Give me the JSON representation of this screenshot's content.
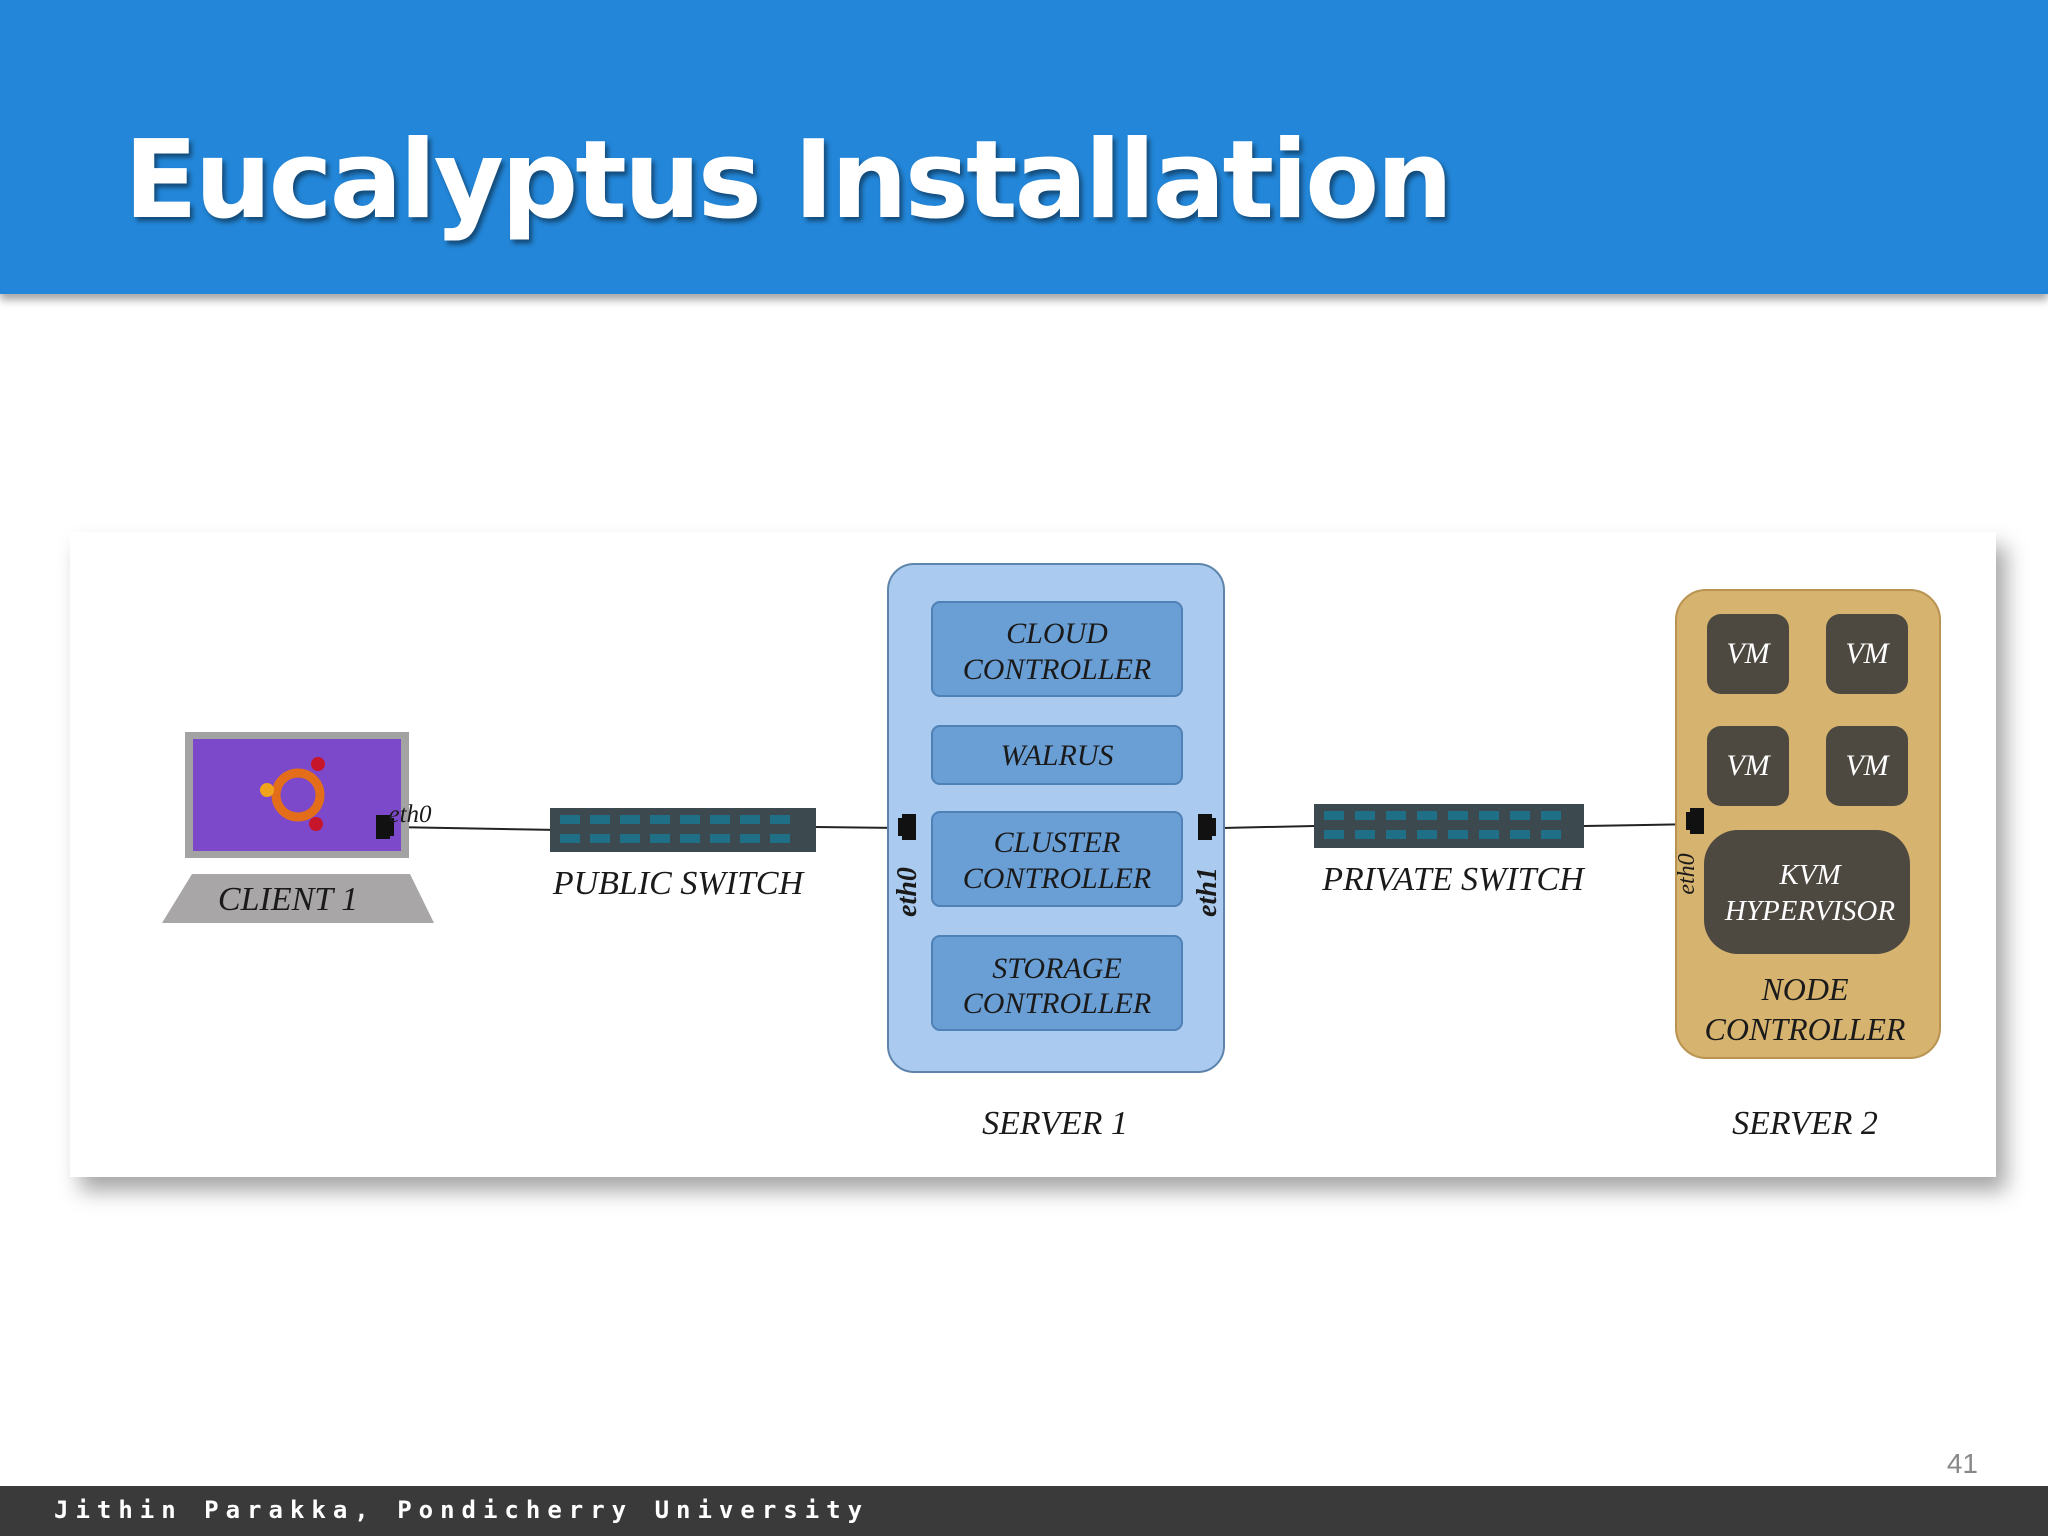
{
  "slide": {
    "title": "Eucalyptus Installation",
    "page_number": "41",
    "footer": "Jithin Parakka, Pondicherry University"
  },
  "diagram": {
    "client": {
      "label": "CLIENT 1",
      "port": "eth0"
    },
    "public_switch": {
      "label": "PUBLIC SWITCH"
    },
    "server1": {
      "label": "SERVER 1",
      "port_left": "eth0",
      "port_right": "eth1",
      "components": {
        "cloud_line1": "CLOUD",
        "cloud_line2": "CONTROLLER",
        "walrus": "WALRUS",
        "cluster_line1": "CLUSTER",
        "cluster_line2": "CONTROLLER",
        "storage_line1": "STORAGE",
        "storage_line2": "CONTROLLER"
      }
    },
    "private_switch": {
      "label": "PRIVATE SWITCH"
    },
    "server2": {
      "label": "SERVER 2",
      "port": "eth0",
      "vms": [
        "VM",
        "VM",
        "VM",
        "VM"
      ],
      "hypervisor_line1": "KVM",
      "hypervisor_line2": "HYPERVISOR",
      "node_line1": "NODE",
      "node_line2": "CONTROLLER"
    },
    "colors": {
      "header": "#2386d8",
      "server1_fill": "#aacbef",
      "server1_component": "#6a9fd6",
      "server2_fill": "#d6b36f",
      "vm_fill": "#4d4940",
      "client_screen": "#7b49c9",
      "switch_body": "#3c4a4f",
      "switch_port": "#1f6f86"
    }
  }
}
